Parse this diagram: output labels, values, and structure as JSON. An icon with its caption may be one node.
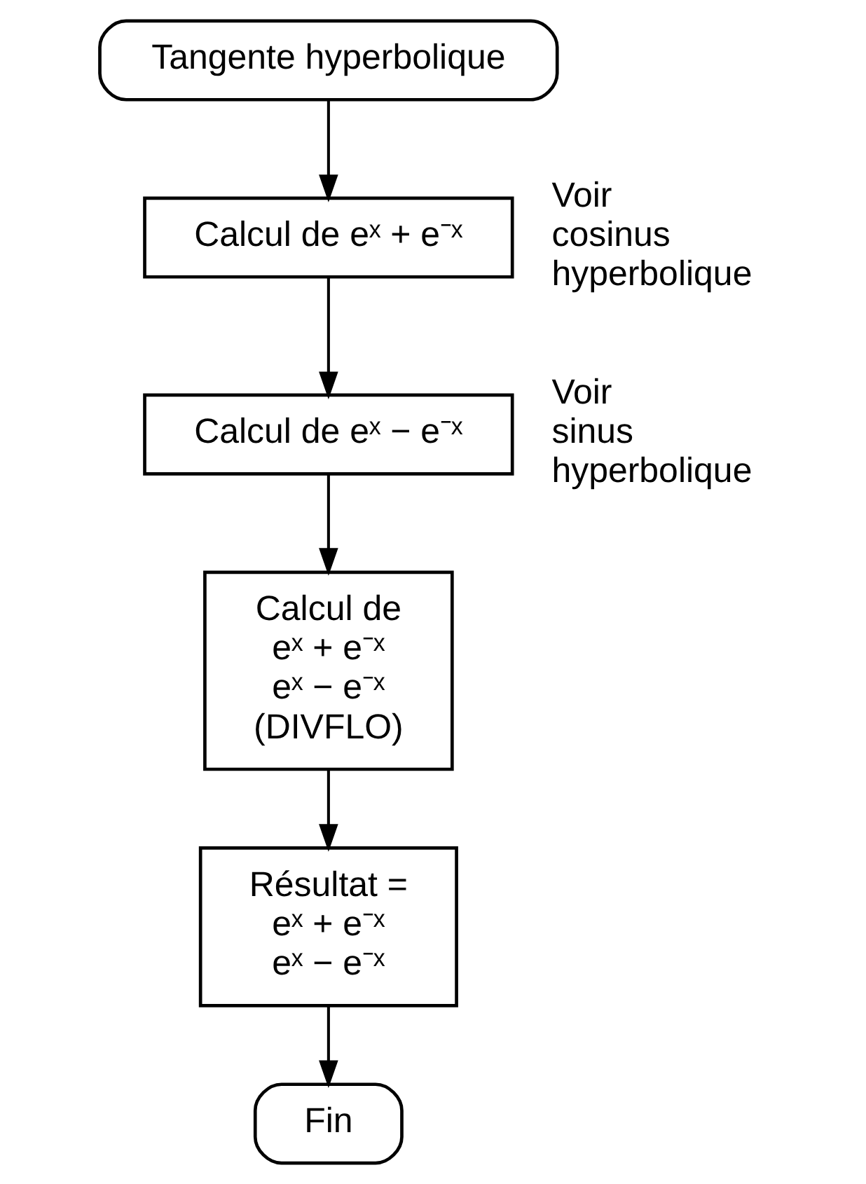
{
  "diagram": {
    "nodes": [
      {
        "text": [
          "Tangente hyperbolique"
        ]
      },
      {
        "text": [
          "Calcul de eˣ + e⁻ˣ"
        ],
        "beside": [
          "Voir cosinus hyperbolique"
        ]
      },
      {
        "text": [
          "Calcul de eˣ − e⁻ˣ"
        ],
        "beside": [
          "Voir sinus hyperbolique"
        ]
      },
      {
        "text": [
          "Calcul de",
          "eˣ + e⁻ˣ",
          "eˣ − e⁻ˣ",
          "(DIVFLO)"
        ]
      },
      {
        "text": [
          "Résultat =",
          "eˣ + e⁻ˣ",
          "eˣ − e⁻ˣ"
        ]
      },
      {
        "text": [
          "Fin"
        ]
      }
    ],
    "edges": [
      {
        "from": 0,
        "to": 1,
        "arrow": "to"
      },
      {
        "from": 1,
        "to": 2,
        "arrow": "to"
      },
      {
        "from": 2,
        "to": 3,
        "arrow": "to"
      },
      {
        "from": 3,
        "to": 4,
        "arrow": "to"
      },
      {
        "from": 4,
        "to": 5,
        "arrow": "to"
      }
    ]
  }
}
